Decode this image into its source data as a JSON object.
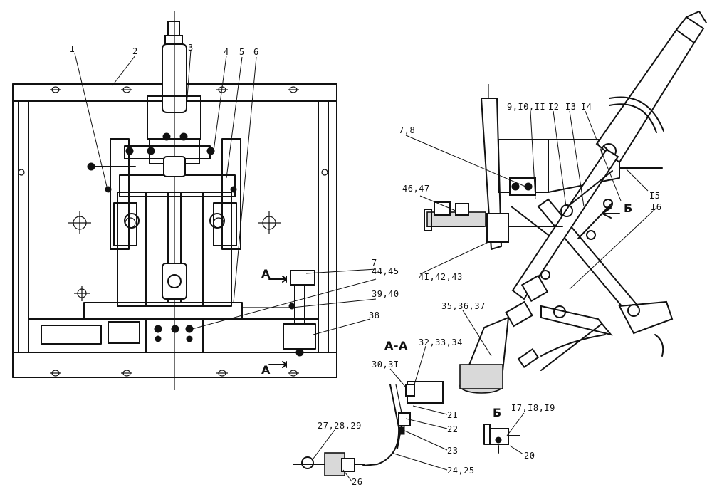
{
  "labels": {
    "l1": "I",
    "l2": "2",
    "l3": "3",
    "l4": "4",
    "l5": "5",
    "l6": "6",
    "l7": "7",
    "l78": "7,8",
    "l91011": "9,I0,II",
    "l12": "I2",
    "l13": "I3",
    "l14": "I4",
    "l15": "I5",
    "l16": "I6",
    "l171819": "I7,I8,I9",
    "l20": "20",
    "l21": "2I",
    "l22": "22",
    "l23": "23",
    "l2425": "24,25",
    "l26": "26",
    "l272829": "27,28,29",
    "l3031": "30,3I",
    "l323334": "32,33,34",
    "l353637": "35,36,37",
    "l38": "38",
    "l3940": "39,40",
    "l414243": "4I,42,43",
    "l4445": "44,45",
    "l4647": "46,47"
  },
  "markers": {
    "section_a_top": "A",
    "section_a_bottom": "A",
    "section_title": "A-A",
    "view_b_arrow": "Б",
    "view_b_title": "Б"
  }
}
